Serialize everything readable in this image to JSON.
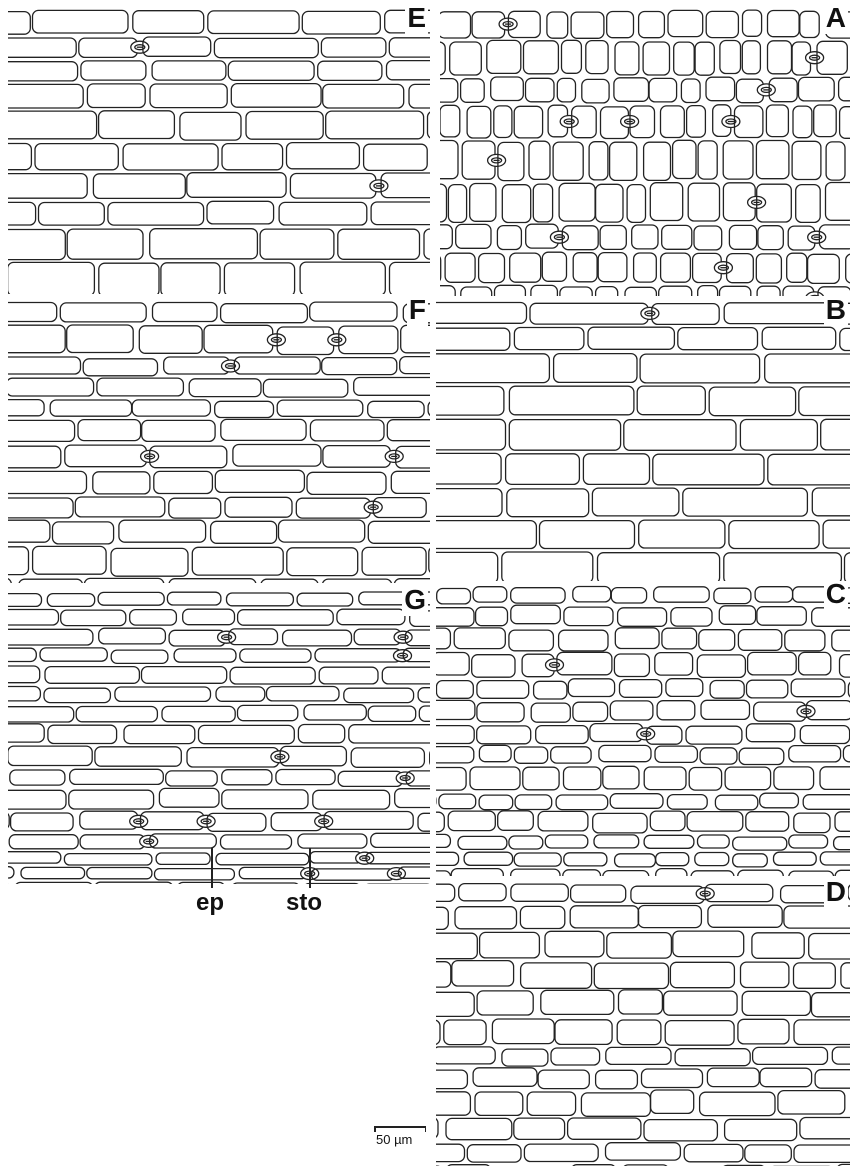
{
  "panels": [
    {
      "id": "E",
      "letter": "E"
    },
    {
      "id": "A",
      "letter": "A"
    },
    {
      "id": "F",
      "letter": "F"
    },
    {
      "id": "B",
      "letter": "B"
    },
    {
      "id": "G",
      "letter": "G"
    },
    {
      "id": "C",
      "letter": "C"
    },
    {
      "id": "D",
      "letter": "D"
    }
  ],
  "callouts": {
    "epidermis": "ep",
    "stomata": "sto"
  },
  "scale_bar": {
    "label": "50 µm"
  }
}
